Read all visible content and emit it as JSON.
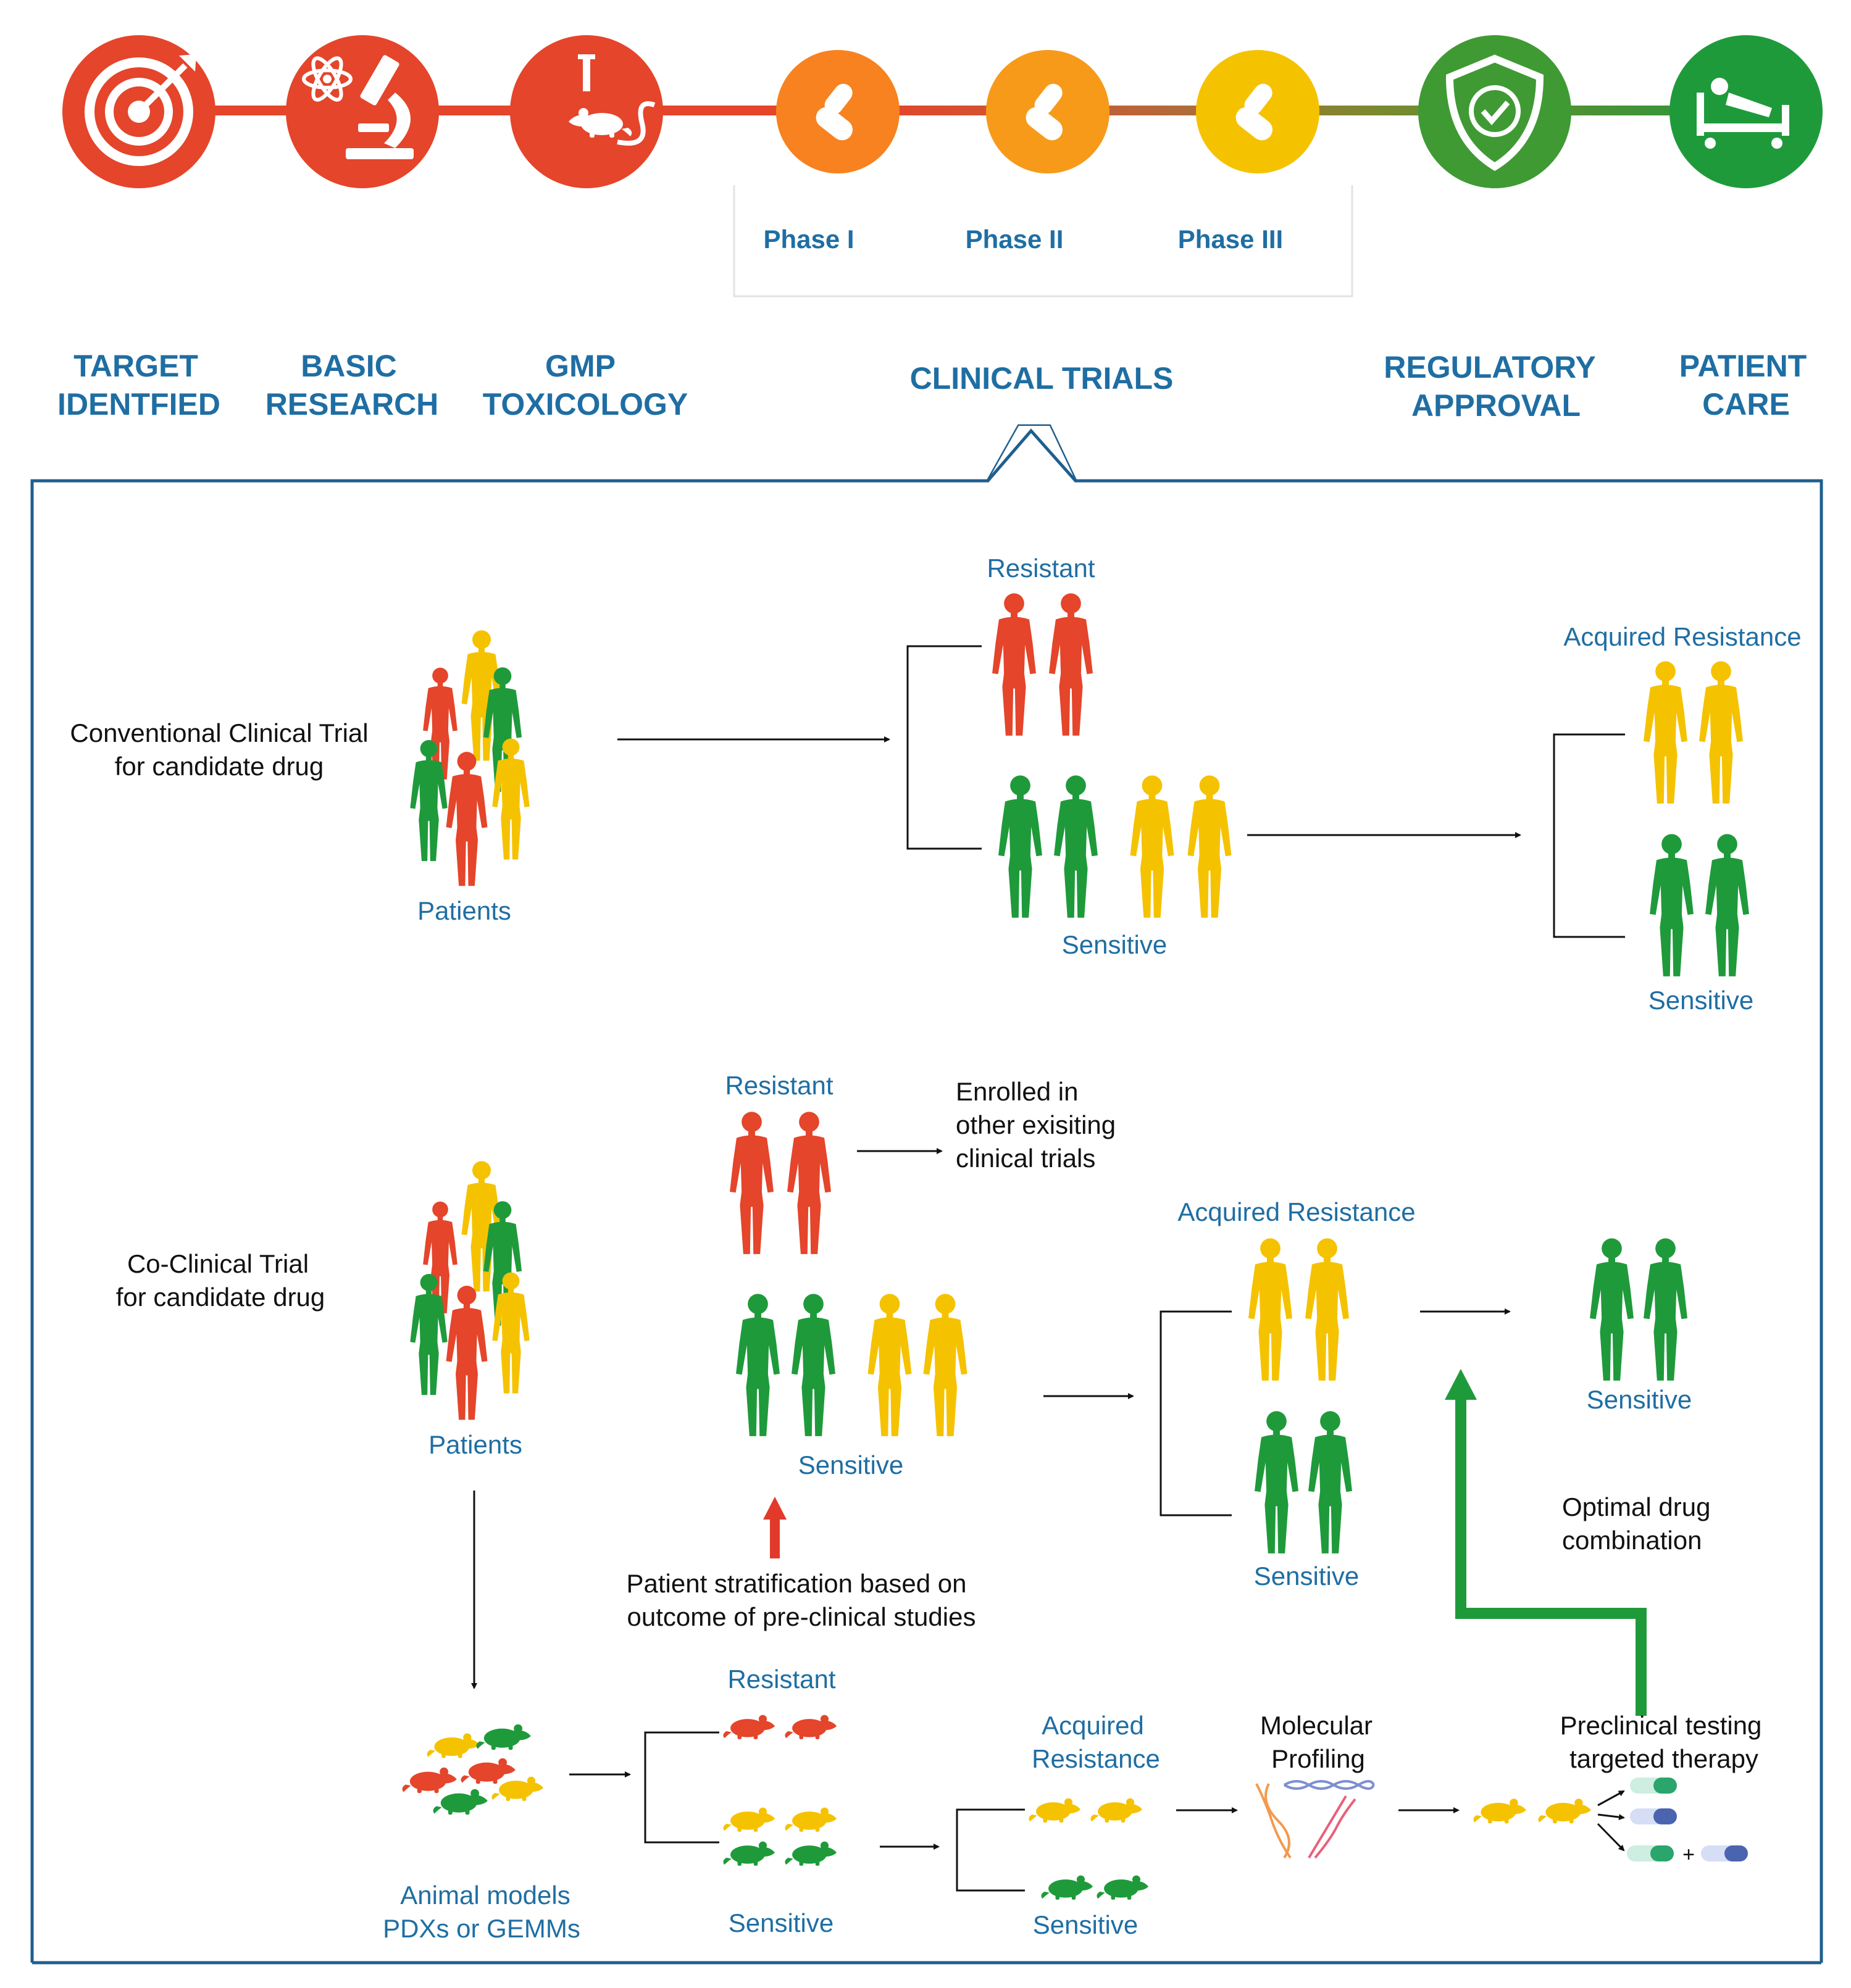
{
  "colors": {
    "red": "#e4452b",
    "orange": "#f7821f",
    "yellow": "#f5c200",
    "green": "#1f9a3b",
    "blue": "#1f6ea3",
    "dark_red": "#e23a2a"
  },
  "pipeline": {
    "icons": [
      "target-icon",
      "microscope-icon",
      "lab-mouse-icon",
      "pills-icon",
      "pills-icon",
      "pills-icon",
      "shield-check-icon",
      "patient-bed-icon"
    ],
    "stages": {
      "target_l1": "TARGET",
      "target_l2": "IDENTFIED",
      "research_l1": "BASIC",
      "research_l2": "RESEARCH",
      "gmp_l1": "GMP",
      "gmp_l2": "TOXICOLOGY",
      "clinical": "CLINICAL TRIALS",
      "regulatory_l1": "REGULATORY",
      "regulatory_l2": "APPROVAL",
      "care_l1": "PATIENT",
      "care_l2": "CARE"
    },
    "phases": [
      "Phase I",
      "Phase II",
      "Phase III"
    ]
  },
  "conventional": {
    "label_l1": "Conventional Clinical Trial",
    "label_l2": "for candidate drug",
    "patients": "Patients",
    "resistant": "Resistant",
    "sensitive": "Sensitive",
    "acquired_resistance": "Acquired Resistance",
    "sensitive_final": "Sensitive"
  },
  "coclinical": {
    "label_l1": "Co-Clinical Trial",
    "label_l2": "for candidate drug",
    "patients": "Patients",
    "resistant": "Resistant",
    "enrolled_l1": "Enrolled in",
    "enrolled_l2": "other exisiting",
    "enrolled_l3": "clinical trials",
    "sensitive": "Sensitive",
    "acquired_resistance": "Acquired Resistance",
    "sensitive_mid": "Sensitive",
    "sensitive_final": "Sensitive",
    "stratification_l1": "Patient stratification based on",
    "stratification_l2": "outcome of pre-clinical studies",
    "optimal_l1": "Optimal drug",
    "optimal_l2": "combination",
    "animal_l1": "Animal models",
    "animal_l2": "PDXs or GEMMs",
    "mouse_resistant": "Resistant",
    "mouse_sensitive": "Sensitive",
    "mouse_acquired_l1": "Acquired",
    "mouse_acquired_l2": "Resistance",
    "mouse_sensitive2": "Sensitive",
    "profiling_l1": "Molecular",
    "profiling_l2": "Profiling",
    "preclinical_l1": "Preclinical testing",
    "preclinical_l2": "targeted therapy",
    "plus": "+"
  }
}
